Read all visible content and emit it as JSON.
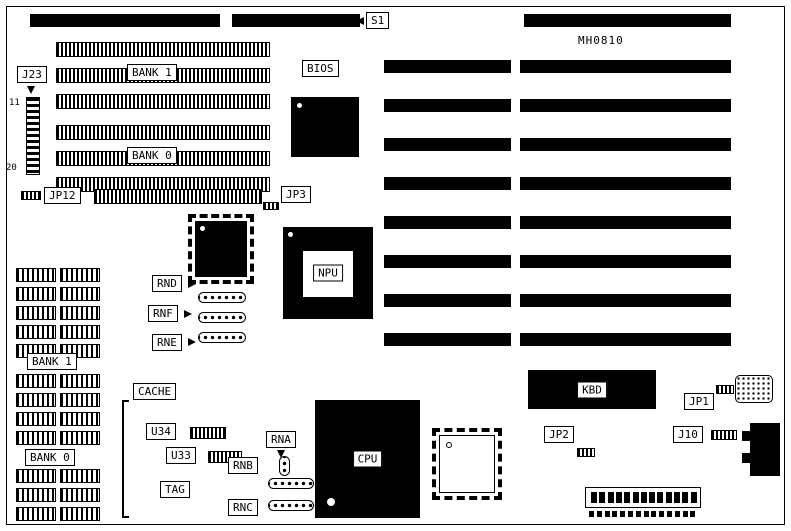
{
  "board": {
    "id_text": "MH0810"
  },
  "labels": {
    "s1": "S1",
    "j23": "J23",
    "j23_pin_top": "11",
    "j23_pin_bottom": "20",
    "jp12": "JP12",
    "simm_bank1": "BANK 1",
    "simm_bank0": "BANK 0",
    "bios": "BIOS",
    "jp3": "JP3",
    "npu": "NPU",
    "rnd": "RND",
    "rnf": "RNF",
    "rne": "RNE",
    "cache": "CACHE",
    "cache_bank1": "BANK 1",
    "cache_bank0": "BANK 0",
    "u34": "U34",
    "u33": "U33",
    "tag": "TAG",
    "rna": "RNA",
    "rnb": "RNB",
    "rnc": "RNC",
    "cpu": "CPU",
    "kbd": "KBD",
    "jp1": "JP1",
    "jp2": "JP2",
    "j10": "J10"
  },
  "colors": {
    "ink": "#000000",
    "paper": "#ffffff"
  }
}
